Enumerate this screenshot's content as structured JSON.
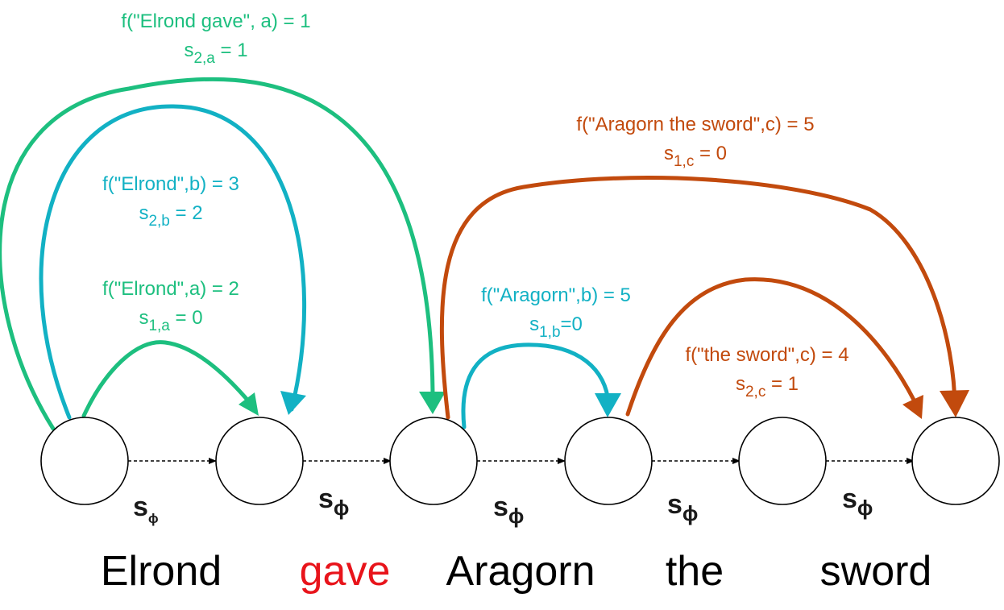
{
  "colors": {
    "green": "#1dbf7f",
    "cyan": "#12b1c4",
    "orange": "#c24a0d",
    "highlight_word": "#e8141b"
  },
  "words": [
    {
      "text": "Elrond",
      "highlight": false
    },
    {
      "text": "gave",
      "highlight": true
    },
    {
      "text": "Aragorn",
      "highlight": false
    },
    {
      "text": "the",
      "highlight": false
    },
    {
      "text": "sword",
      "highlight": false
    }
  ],
  "transition_label": {
    "base": "s",
    "subscript": "ϕ"
  },
  "labels": {
    "elrond_gave_a": {
      "f": "f(\"Elrond gave\", a) = 1",
      "s_base": "s",
      "s_sub": "2,a",
      "s_val": " = 1"
    },
    "elrond_b": {
      "f": "f(\"Elrond\",b) = 3",
      "s_base": "s",
      "s_sub": "2,b",
      "s_val": " = 2"
    },
    "elrond_a": {
      "f": "f(\"Elrond\",a) = 2",
      "s_base": "s",
      "s_sub": "1,a",
      "s_val": " = 0"
    },
    "aragorn_sword_c": {
      "f": "f(\"Aragorn the sword\",c) = 5",
      "s_base": "s",
      "s_sub": "1,c",
      "s_val": " = 0"
    },
    "aragorn_b": {
      "f": "f(\"Aragorn\",b) = 5",
      "s_base": "s",
      "s_sub": "1,b",
      "s_val": "=0"
    },
    "the_sword_c": {
      "f": "f(\"the sword\",c) = 4",
      "s_base": "s",
      "s_sub": "2,c",
      "s_val": " = 1"
    }
  }
}
